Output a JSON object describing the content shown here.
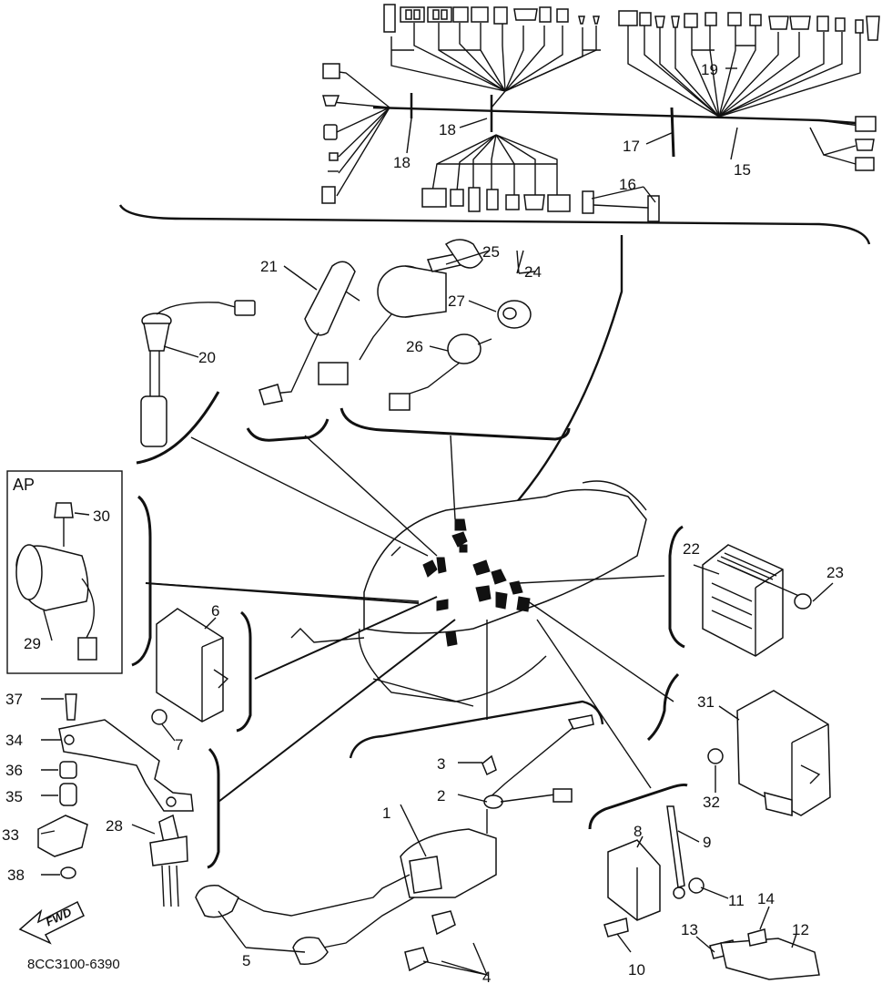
{
  "diagram": {
    "code": "8CC3100-6390",
    "ap_label": "AP",
    "fwd_label": "FWD",
    "callouts": {
      "c1": "1",
      "c2": "2",
      "c3": "3",
      "c4": "4",
      "c5": "5",
      "c6": "6",
      "c7": "7",
      "c8": "8",
      "c9": "9",
      "c10": "10",
      "c11": "11",
      "c12": "12",
      "c13": "13",
      "c14": "14",
      "c15": "15",
      "c16": "16",
      "c17": "17",
      "c18a": "18",
      "c18b": "18",
      "c19": "19",
      "c20": "20",
      "c21": "21",
      "c22": "22",
      "c23": "23",
      "c24": "24",
      "c25": "25",
      "c26": "26",
      "c27": "27",
      "c28": "28",
      "c29": "29",
      "c30": "30",
      "c31": "31",
      "c32": "32",
      "c33": "33",
      "c34": "34",
      "c35": "35",
      "c36": "36",
      "c37": "37",
      "c38": "38"
    }
  }
}
